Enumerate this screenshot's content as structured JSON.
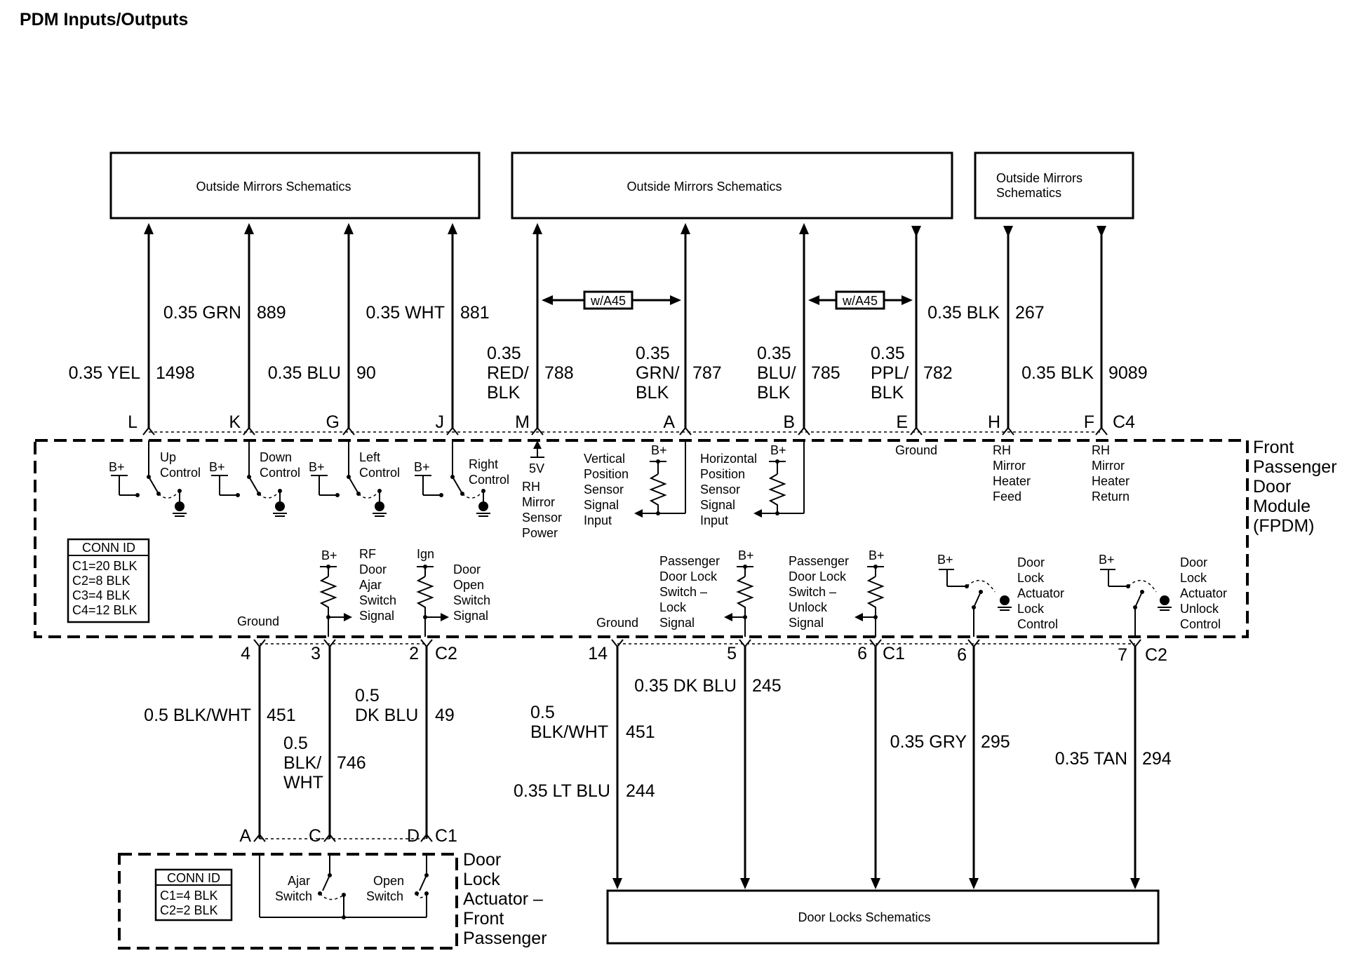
{
  "title": "PDM Inputs/Outputs",
  "modules": {
    "mirrors_1": "Outside Mirrors Schematics",
    "mirrors_2": "Outside Mirrors Schematics",
    "mirrors_3_l1": "Outside Mirrors",
    "mirrors_3_l2": "Schematics",
    "door_locks": "Door Locks Schematics"
  },
  "option_label": "w/A45",
  "top_wires": [
    {
      "l1": "0.35 YEL",
      "circuit": "1498",
      "pin": "L"
    },
    {
      "l1": "0.35 GRN",
      "circuit": "889",
      "pin": "K"
    },
    {
      "l1": "0.35 BLU",
      "circuit": "90",
      "pin": "G"
    },
    {
      "l1": "0.35 WHT",
      "circuit": "881",
      "pin": "J"
    },
    {
      "l1": "0.35",
      "l2": "RED/",
      "l3": "BLK",
      "circuit": "788",
      "pin": "M"
    },
    {
      "l1": "0.35",
      "l2": "GRN/",
      "l3": "BLK",
      "circuit": "787",
      "pin": "A"
    },
    {
      "l1": "0.35",
      "l2": "BLU/",
      "l3": "BLK",
      "circuit": "785",
      "pin": "B"
    },
    {
      "l1": "0.35",
      "l2": "PPL/",
      "l3": "BLK",
      "circuit": "782",
      "pin": "E"
    },
    {
      "l1": "0.35 BLK",
      "circuit": "267",
      "pin": "H"
    },
    {
      "l1": "0.35 BLK",
      "circuit": "9089",
      "pin": "F",
      "conn": "C4"
    }
  ],
  "fpdm": {
    "label": [
      "Front",
      "Passenger",
      "Door",
      "Module",
      "(FPDM)"
    ],
    "bplus": "B+",
    "ign": "Ign",
    "five_v": "5V",
    "ground": "Ground",
    "up": [
      "Up",
      "Control"
    ],
    "down": [
      "Down",
      "Control"
    ],
    "left": [
      "Left",
      "Control"
    ],
    "right": [
      "Right",
      "Control"
    ],
    "sensor_power": [
      "RH",
      "Mirror",
      "Sensor",
      "Power"
    ],
    "vertical": [
      "Vertical",
      "Position",
      "Sensor",
      "Signal",
      "Input"
    ],
    "horizontal": [
      "Horizontal",
      "Position",
      "Sensor",
      "Signal",
      "Input"
    ],
    "heater_feed": [
      "RH",
      "Mirror",
      "Heater",
      "Feed"
    ],
    "heater_return": [
      "RH",
      "Mirror",
      "Heater",
      "Return"
    ],
    "ajar": [
      "RF",
      "Door",
      "Ajar",
      "Switch",
      "Signal"
    ],
    "open": [
      "Door",
      "Open",
      "Switch",
      "Signal"
    ],
    "lock_sw": [
      "Passenger",
      "Door Lock",
      "Switch –",
      "Lock",
      "Signal"
    ],
    "unlock_sw": [
      "Passenger",
      "Door Lock",
      "Switch –",
      "Unlock",
      "Signal"
    ],
    "act_lock": [
      "Door",
      "Lock",
      "Actuator",
      "Lock",
      "Control"
    ],
    "act_unlock": [
      "Door",
      "Lock",
      "Actuator",
      "Unlock",
      "Control"
    ],
    "conn_id": {
      "title": "CONN ID",
      "rows": [
        "C1=20 BLK",
        "C2=8 BLK",
        "C3=4 BLK",
        "C4=12 BLK"
      ]
    }
  },
  "bottom_pins": {
    "p4": "4",
    "p3": "3",
    "p2": "2",
    "c2a": "C2",
    "p14": "14",
    "p5": "5",
    "p6a": "6",
    "c1": "C1",
    "p6b": "6",
    "p7": "7",
    "c2b": "C2"
  },
  "bottom_wires": {
    "w451a": {
      "l1": "0.5 BLK/WHT",
      "circuit": "451"
    },
    "w49": {
      "l1": "0.5",
      "l2": "DK BLU",
      "circuit": "49"
    },
    "w746": {
      "l1": "0.5",
      "l2": "BLK/",
      "l3": "WHT",
      "circuit": "746"
    },
    "w451b": {
      "l1": "0.5",
      "l2": "BLK/WHT",
      "circuit": "451"
    },
    "w245": {
      "l1": "0.35 DK BLU",
      "circuit": "245"
    },
    "w244": {
      "l1": "0.35 LT BLU",
      "circuit": "244"
    },
    "w295": {
      "l1": "0.35 GRY",
      "circuit": "295"
    },
    "w294": {
      "l1": "0.35 TAN",
      "circuit": "294"
    }
  },
  "actuator": {
    "label": [
      "Door",
      "Lock",
      "Actuator –",
      "Front",
      "Passenger"
    ],
    "pins": {
      "a": "A",
      "c": "C",
      "d": "D",
      "c1": "C1"
    },
    "ajar": [
      "Ajar",
      "Switch"
    ],
    "open": [
      "Open",
      "Switch"
    ],
    "conn_id": {
      "title": "CONN ID",
      "rows": [
        "C1=4 BLK",
        "C2=2 BLK"
      ]
    }
  }
}
